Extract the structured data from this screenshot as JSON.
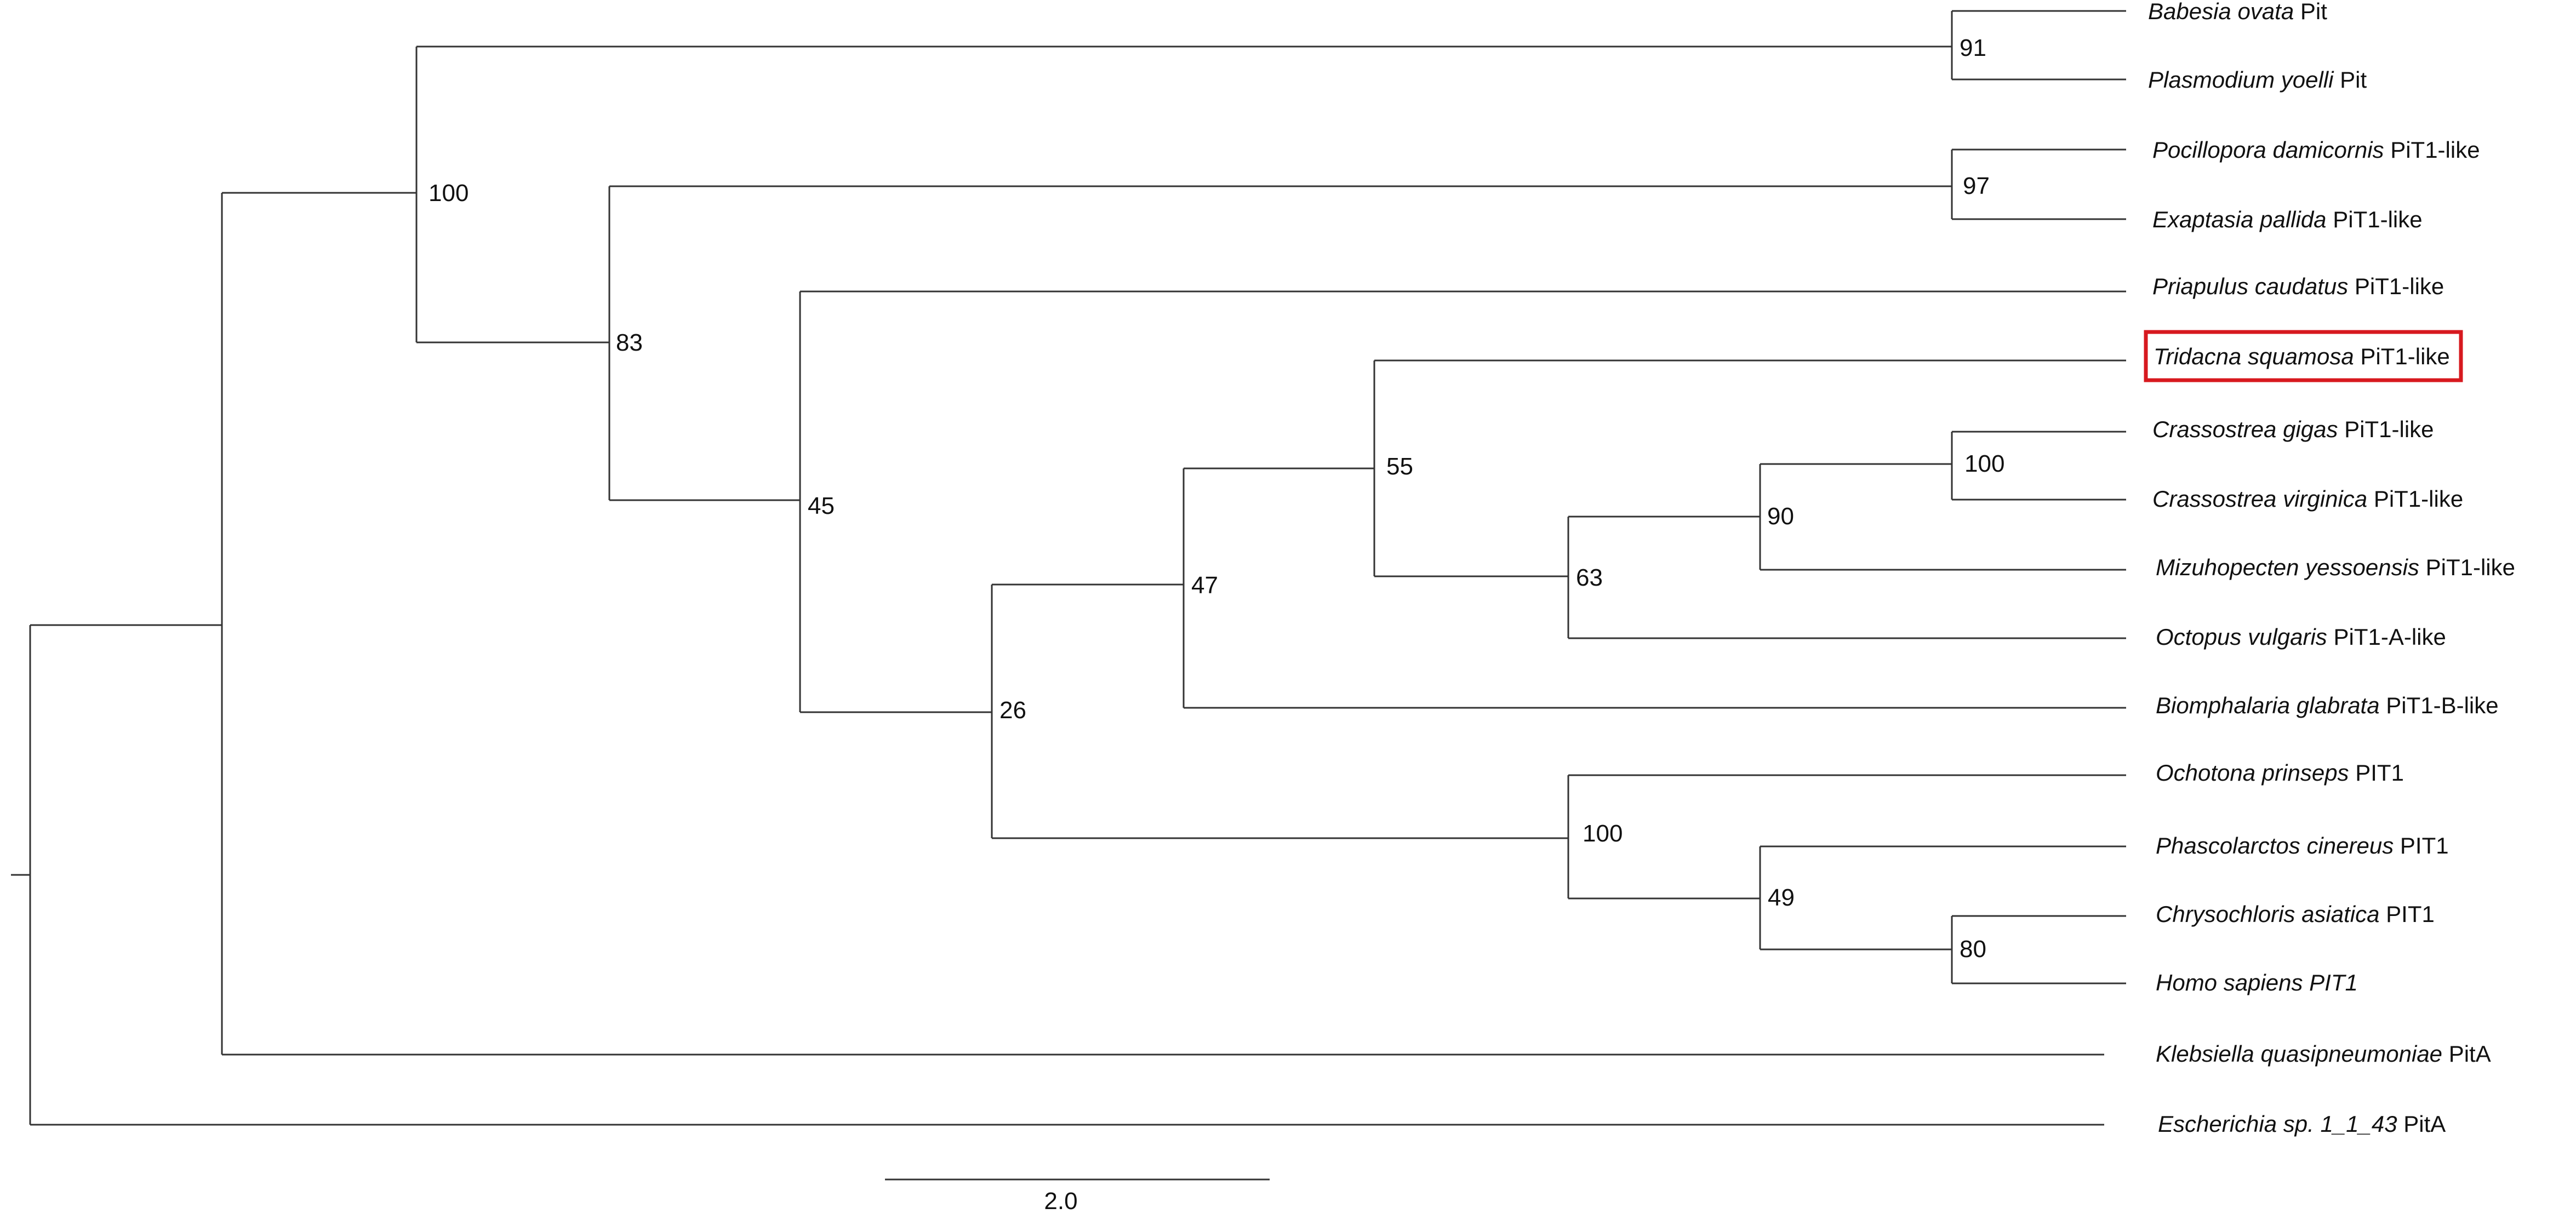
{
  "tips": [
    {
      "id": "babesia",
      "species": "Babesia ovata",
      "gene": "Pit"
    },
    {
      "id": "plasmodium",
      "species": "Plasmodium yoelli",
      "gene": "Pit"
    },
    {
      "id": "pocillopora",
      "species": "Pocillopora damicornis",
      "gene": "PiT1-like"
    },
    {
      "id": "exaptasia",
      "species": "Exaptasia pallida",
      "gene": "PiT1-like"
    },
    {
      "id": "priapulus",
      "species": "Priapulus caudatus",
      "gene": "PiT1-like"
    },
    {
      "id": "tridacna",
      "species": "Tridacna squamosa",
      "gene": "PiT1-like",
      "highlighted": true
    },
    {
      "id": "cgigas",
      "species": "Crassostrea gigas",
      "gene": "PiT1-like"
    },
    {
      "id": "cvirginica",
      "species": "Crassostrea virginica",
      "gene": "PiT1-like"
    },
    {
      "id": "mizuhopecten",
      "species": "Mizuhopecten yessoensis",
      "gene": "PiT1-like"
    },
    {
      "id": "octopus",
      "species": "Octopus vulgaris",
      "gene": "PiT1-A-like"
    },
    {
      "id": "biomphalaria",
      "species": "Biomphalaria glabrata",
      "gene": "PiT1-B-like"
    },
    {
      "id": "ochotona",
      "species": "Ochotona prinseps",
      "gene": "PIT1"
    },
    {
      "id": "phascolarctos",
      "species": "Phascolarctos cinereus",
      "gene": "PIT1"
    },
    {
      "id": "chrysochloris",
      "species": "Chrysochloris asiatica",
      "gene": "PIT1"
    },
    {
      "id": "homo",
      "species": "Homo sapiens",
      "gene": "PIT1"
    },
    {
      "id": "klebsiella",
      "species": "Klebsiella quasipneumoniae",
      "gene": "PitA"
    },
    {
      "id": "escherichia",
      "species": "Escherichia sp. 1_1_43",
      "gene": "PitA"
    }
  ],
  "support_values": [
    {
      "clade": "babesia-plasmodium",
      "value": "91"
    },
    {
      "clade": "apicomplexa-metazoa",
      "value": "100"
    },
    {
      "clade": "pocillopora-exaptasia",
      "value": "97"
    },
    {
      "clade": "metazoa",
      "value": "83"
    },
    {
      "clade": "bilateria",
      "value": "45"
    },
    {
      "clade": "mollusca-mammalia",
      "value": "26"
    },
    {
      "clade": "mollusca",
      "value": "47"
    },
    {
      "clade": "bivalvia-cephalopoda",
      "value": "55"
    },
    {
      "clade": "cgigas-mizuhopecten-octopus",
      "value": "63"
    },
    {
      "clade": "cgigas-mizuhopecten",
      "value": "90"
    },
    {
      "clade": "crassostrea",
      "value": "100"
    },
    {
      "clade": "mammalia",
      "value": "100"
    },
    {
      "clade": "phascolarctos-homo",
      "value": "49"
    },
    {
      "clade": "chrysochloris-homo",
      "value": "80"
    }
  ],
  "scale_bar": {
    "label": "2.0"
  },
  "colors": {
    "branch": "#333333",
    "highlight": "#d7191f",
    "text": "#111111"
  }
}
